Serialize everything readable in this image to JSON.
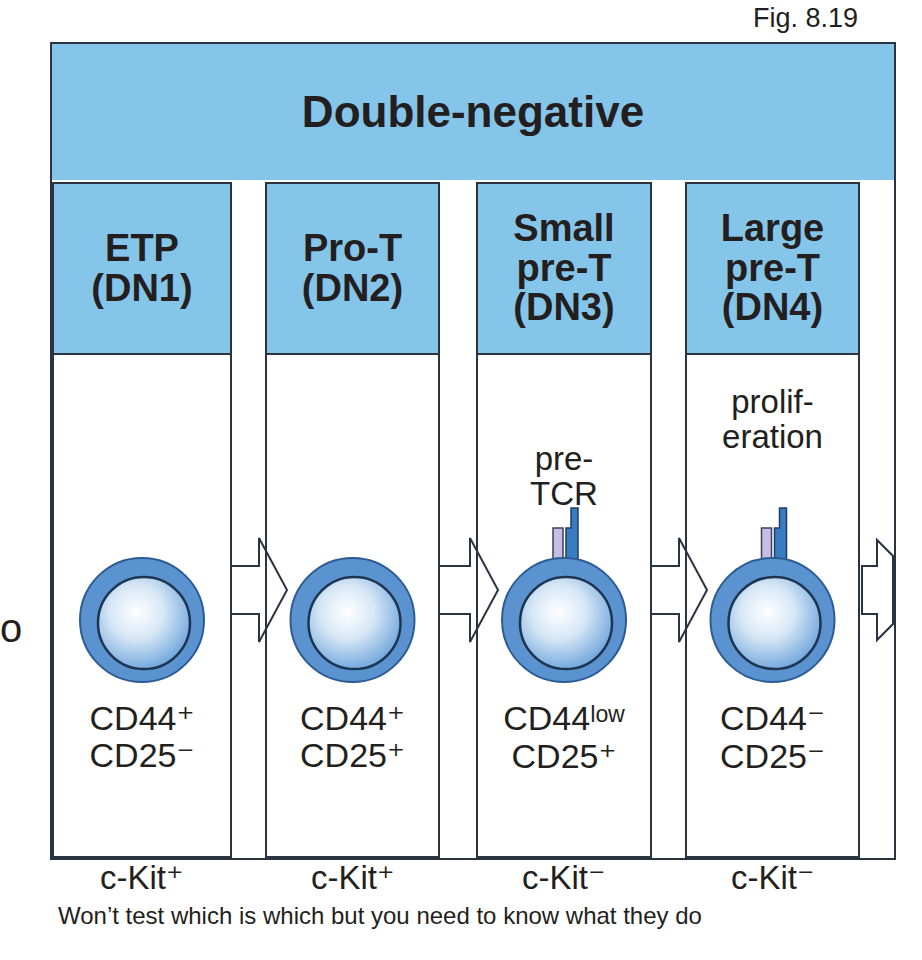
{
  "diagram": {
    "caption": "Won’t test which is which but you need to know what they do",
    "nodes": [
      {
        "text": [
          "Double-negative"
        ]
      },
      {
        "text": [
          "ETP (DN1)",
          "CD44⁺",
          "CD25⁻"
        ],
        "in": 0
      },
      {
        "text": [
          "Pro-T (DN2)",
          "CD44⁺",
          "CD25⁺"
        ],
        "in": 0
      },
      {
        "text": [
          "Small pre-T (DN3)",
          "pre-TCR",
          "CD44ˡᵒʷ",
          "CD25⁺"
        ],
        "in": 0
      },
      {
        "text": [
          "Large pre-T (DN4)",
          "prolif- eration",
          "CD44⁻",
          "CD25⁻"
        ],
        "in": 0
      }
    ],
    "edges": [
      {
        "from": 1,
        "to": 2,
        "arrow": "to"
      },
      {
        "from": 2,
        "to": 3,
        "arrow": "to"
      },
      {
        "from": 3,
        "to": 4,
        "arrow": "to"
      }
    ],
    "labels": [
      "Fig. 8.19",
      "o",
      "c-Kit⁺",
      "c-Kit⁺",
      "c-Kit⁻",
      "c-Kit⁻"
    ]
  }
}
